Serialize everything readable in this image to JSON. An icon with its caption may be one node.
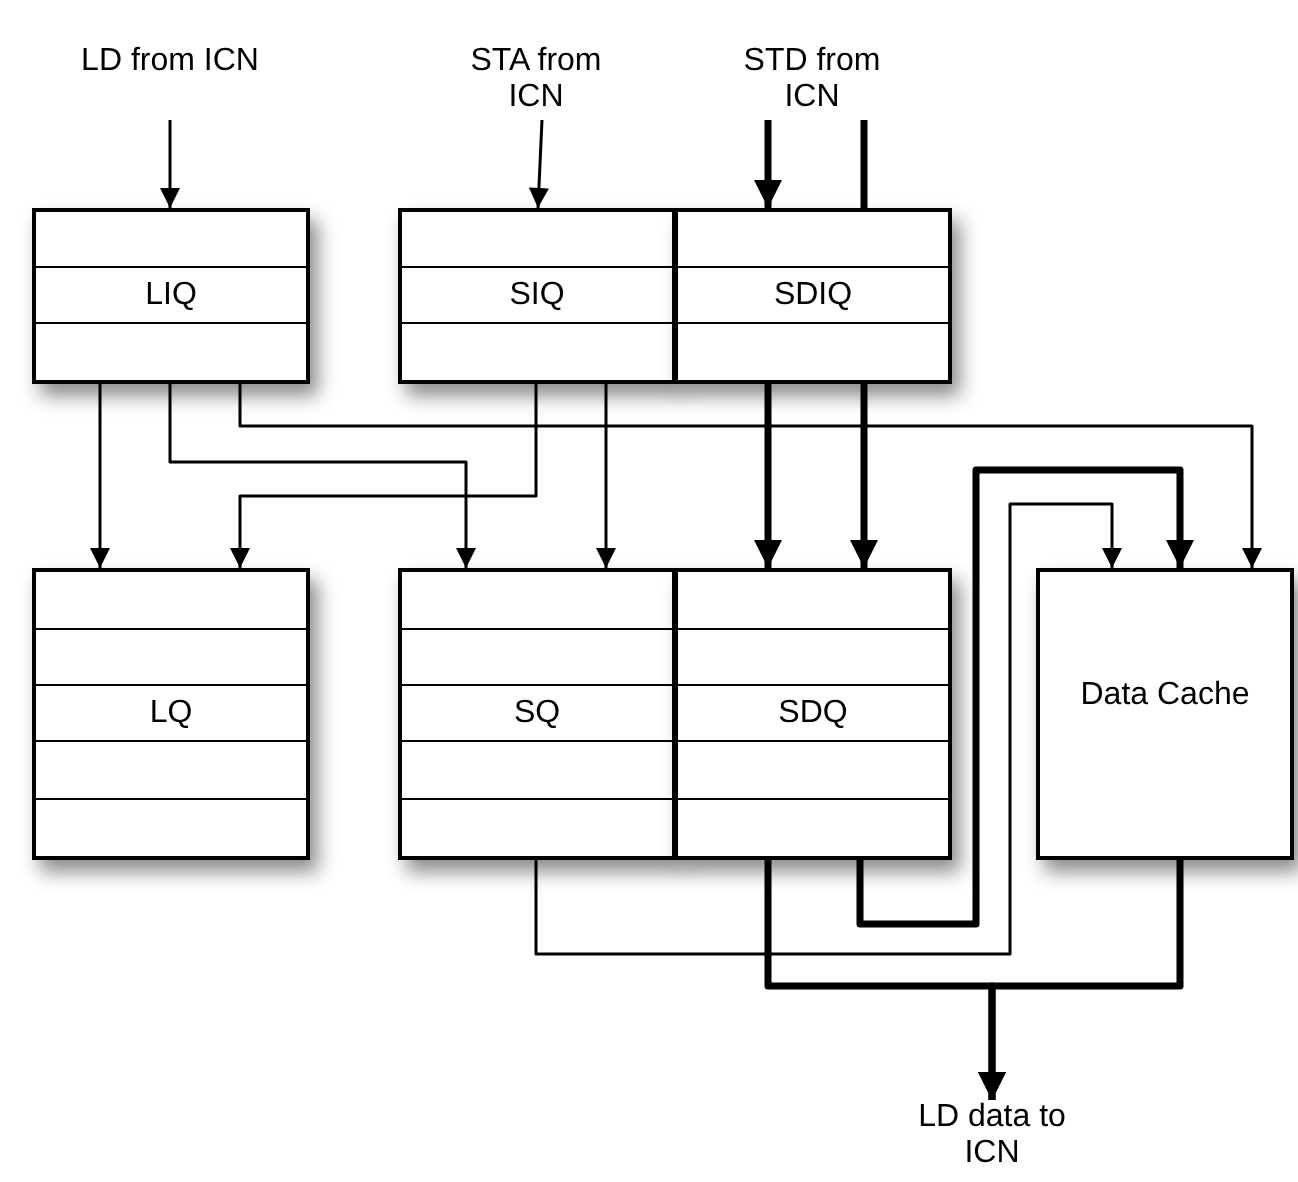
{
  "diagram": {
    "nodes": [
      {
        "text": [
          "LD from ICN"
        ]
      },
      {
        "text": [
          "STA from ICN"
        ]
      },
      {
        "text": [
          "STD from ICN"
        ]
      },
      {
        "text": [
          "LIQ"
        ]
      },
      {
        "text": [
          "SIQ"
        ]
      },
      {
        "text": [
          "SDIQ"
        ]
      },
      {
        "text": [
          "LQ"
        ]
      },
      {
        "text": [
          "SQ"
        ]
      },
      {
        "text": [
          "SDQ"
        ]
      },
      {
        "text": [
          "Data Cache"
        ]
      },
      {
        "text": [
          "LD data to ICN"
        ]
      }
    ],
    "edges": [
      {
        "from": 0,
        "to": 3,
        "arrow": "to"
      },
      {
        "from": 1,
        "to": 4,
        "arrow": "to"
      },
      {
        "from": 2,
        "to": 5,
        "arrow": "to",
        "style": "thick"
      },
      {
        "from": 2,
        "to": 5,
        "arrow": "none",
        "style": "thick"
      },
      {
        "from": 3,
        "to": 6,
        "arrow": "to"
      },
      {
        "from": 3,
        "to": 7,
        "arrow": "to"
      },
      {
        "from": 3,
        "to": 9,
        "arrow": "to"
      },
      {
        "from": 4,
        "to": 6,
        "arrow": "to"
      },
      {
        "from": 4,
        "to": 7,
        "arrow": "to"
      },
      {
        "from": 5,
        "to": 8,
        "arrow": "to",
        "style": "thick"
      },
      {
        "from": 5,
        "to": 8,
        "arrow": "to",
        "style": "thick"
      },
      {
        "from": 8,
        "to": 9,
        "arrow": "to",
        "style": "thick"
      },
      {
        "from": 7,
        "to": 9,
        "arrow": "to"
      },
      {
        "from": 8,
        "to": 10,
        "arrow": "to",
        "style": "thick"
      },
      {
        "from": 9,
        "to": 10,
        "arrow": "to",
        "style": "thick"
      }
    ]
  }
}
